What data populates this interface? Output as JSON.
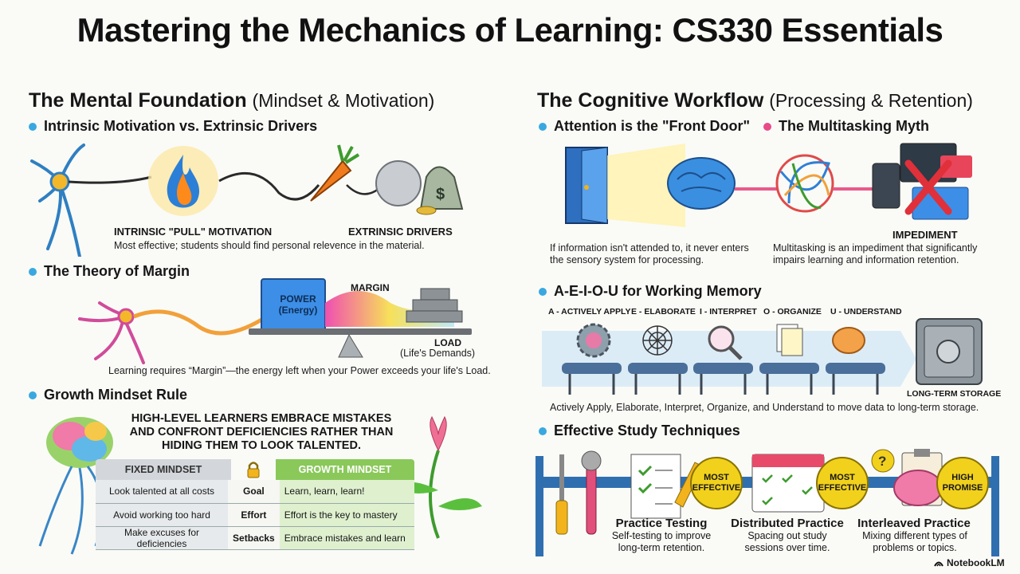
{
  "title": "Mastering the Mechanics of Learning: CS330 Essentials",
  "left": {
    "heading": "The Mental Foundation",
    "heading_sub": "(Mindset & Motivation)",
    "motivation": {
      "bullet": "Intrinsic Motivation vs. Extrinsic Drivers",
      "intrinsic_label": "INTRINSIC \"PULL\" MOTIVATION",
      "extrinsic_label": "EXTRINSIC DRIVERS",
      "caption": "Most effective; students should find personal relevence in the material."
    },
    "margin": {
      "bullet": "The Theory of Margin",
      "power_label": "POWER (Energy)",
      "margin_label": "MARGIN",
      "load_label": "LOAD",
      "load_sub": "(Life's Demands)",
      "caption": "Learning requires “Margin”—the energy left when your Power exceeds your life's Load."
    },
    "growth": {
      "bullet": "Growth Mindset Rule",
      "quote": "HIGH-LEVEL LEARNERS EMBRACE MISTAKES AND CONFRONT DEFICIENCIES RATHER THAN HIDING THEM TO LOOK TALENTED.",
      "fixed_header": "FIXED MINDSET",
      "growth_header": "GROWTH MINDSET",
      "rows": [
        {
          "fixed": "Look talented at all costs",
          "key": "Goal",
          "growth": "Learn, learn, learn!"
        },
        {
          "fixed": "Avoid working too hard",
          "key": "Effort",
          "growth": "Effort is the key to mastery"
        },
        {
          "fixed": "Make excuses for deficiencies",
          "key": "Setbacks",
          "growth": "Embrace mistakes and learn"
        }
      ]
    }
  },
  "right": {
    "heading": "The Cognitive Workflow",
    "heading_sub": "(Processing & Retention)",
    "attention": {
      "bullet": "Attention is the \"Front Door\"",
      "caption": "If information isn't attended to, it never enters the sensory system for processing."
    },
    "multitask": {
      "bullet": "The Multitasking Myth",
      "label": "IMPEDIMENT",
      "caption": "Multitasking is an impediment that significantly impairs learning and information retention."
    },
    "aeiou": {
      "bullet": "A-E-I-O-U for Working Memory",
      "steps": [
        "A - ACTIVELY APPLY",
        "E - ELABORATE",
        "I - INTERPRET",
        "O - ORGANIZE",
        "U - UNDERSTAND"
      ],
      "storage_label": "LONG-TERM STORAGE",
      "caption": "Actively Apply, Elaborate, Interpret, Organize, and Understand to move data to long-term storage."
    },
    "study": {
      "bullet": "Effective Study Techniques",
      "techniques": [
        {
          "name": "Practice Testing",
          "desc": "Self-testing to improve long-term retention.",
          "badge": "MOST EFFECTIVE"
        },
        {
          "name": "Distributed Practice",
          "desc": "Spacing out study sessions over time.",
          "badge": "MOST EFFECTIVE"
        },
        {
          "name": "Interleaved Practice",
          "desc": "Mixing different types of problems or topics.",
          "badge": "HIGH PROMISE"
        }
      ]
    }
  },
  "footer": {
    "brand": "NotebookLM"
  },
  "colors": {
    "bullet_blue": "#3aa8e0",
    "bullet_pink": "#e84a8a",
    "badge_yellow": "#f2d11c",
    "conveyor_blue": "#2f6fb0"
  }
}
